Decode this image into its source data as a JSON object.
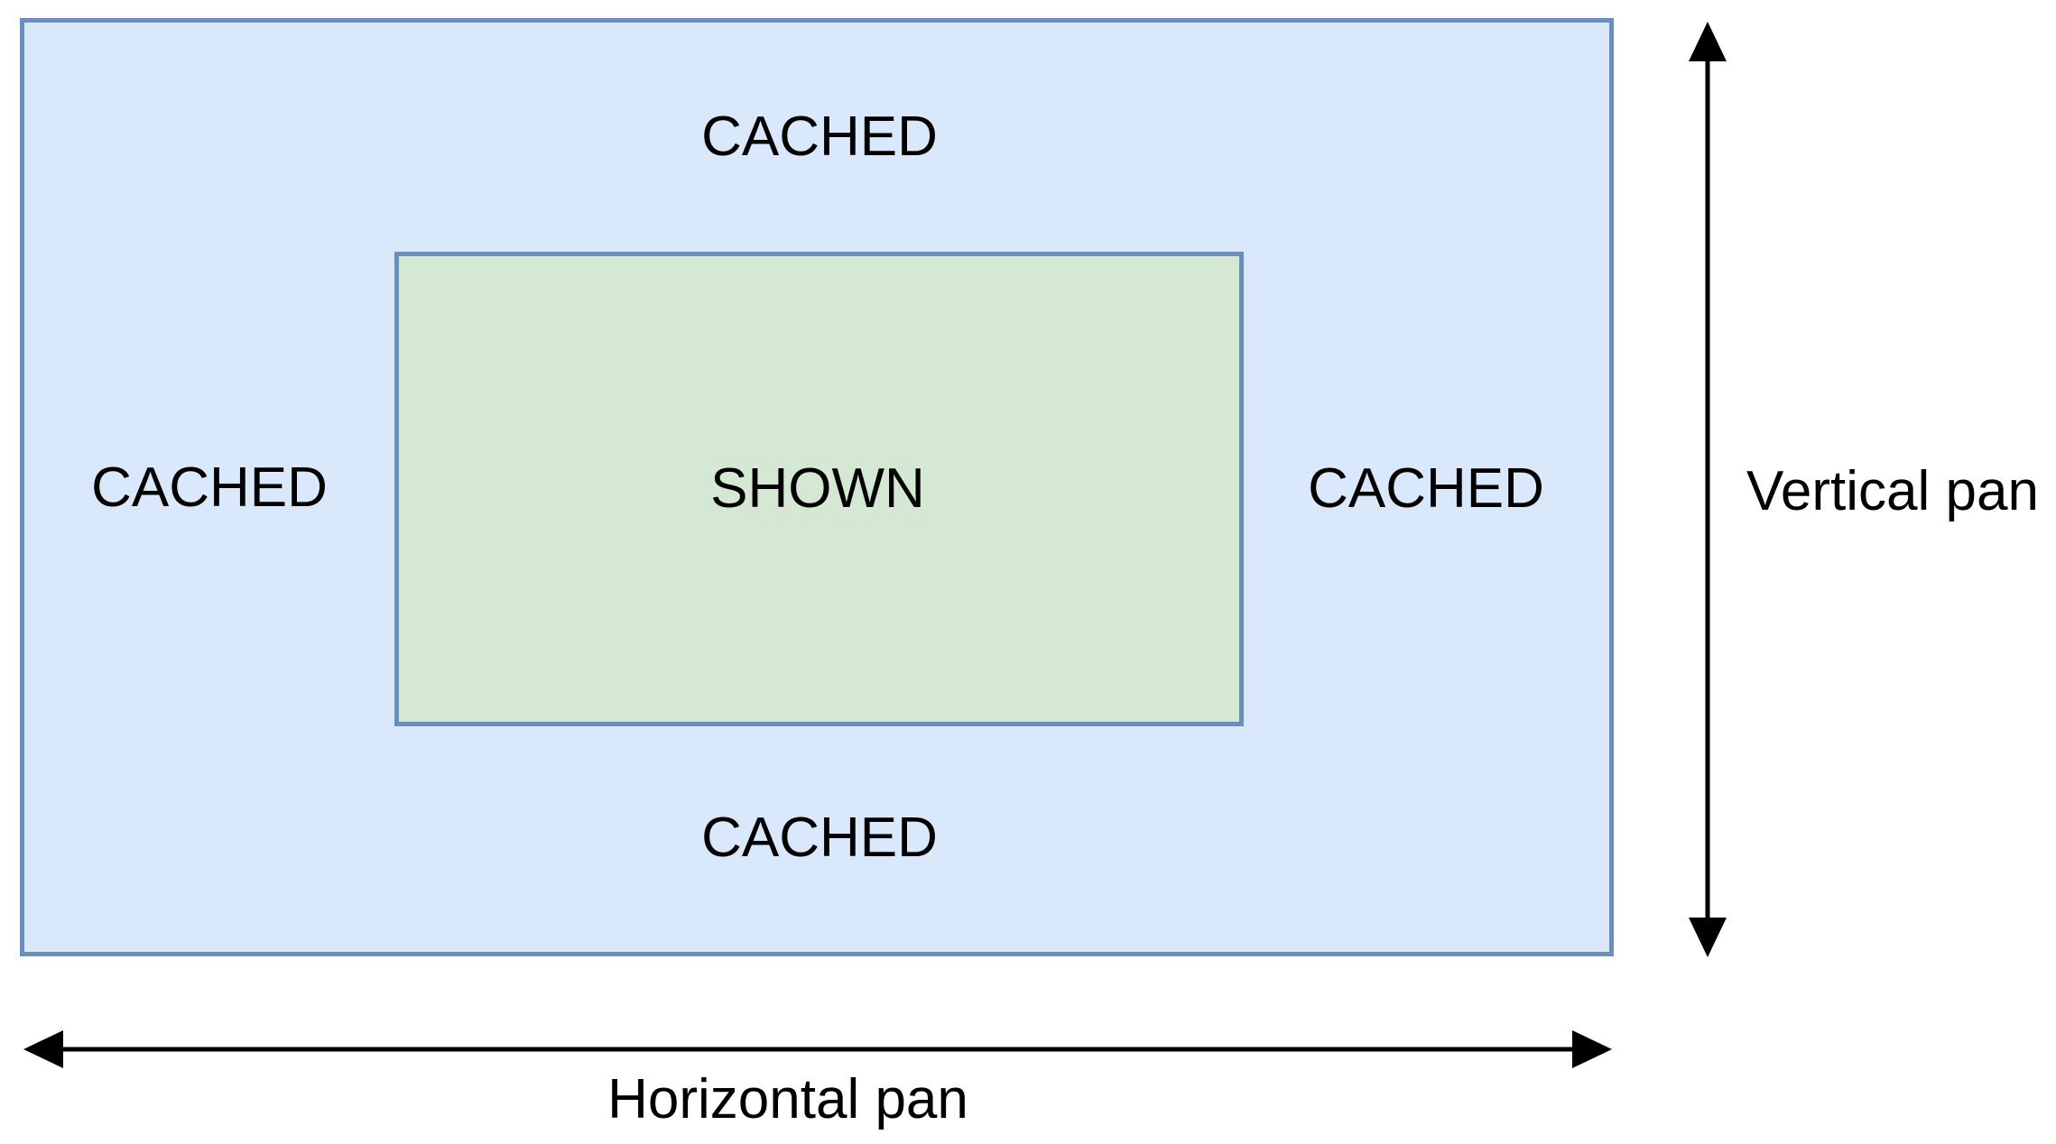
{
  "diagram": {
    "cached_region": {
      "top_label": "CACHED",
      "left_label": "CACHED",
      "right_label": "CACHED",
      "bottom_label": "CACHED"
    },
    "shown_region": {
      "label": "SHOWN"
    },
    "arrows": {
      "vertical": {
        "label": "Vertical pan"
      },
      "horizontal": {
        "label": "Horizontal pan"
      }
    }
  },
  "colors": {
    "cached_fill": "#dae8fc",
    "shown_fill": "#d5e8d4",
    "border": "#6c8ebf",
    "arrow": "#000000",
    "text": "#000000",
    "background": "#ffffff"
  }
}
